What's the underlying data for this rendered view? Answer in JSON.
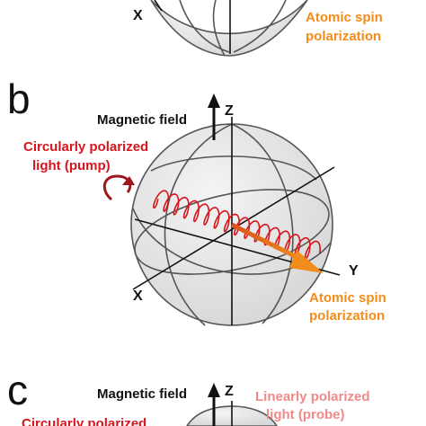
{
  "panel_a": {
    "axis_x": "X",
    "spin_label_line1": "Atomic spin",
    "spin_label_line2": "polarization"
  },
  "panel_b": {
    "letter": "b",
    "magnetic_field_label": "Magnetic field",
    "axis_z": "Z",
    "axis_x": "X",
    "axis_y": "Y",
    "pump_label_line1": "Circularly polarized",
    "pump_label_line2": "light (pump)",
    "spin_label_line1": "Atomic spin",
    "spin_label_line2": "polarization"
  },
  "panel_c": {
    "letter": "c",
    "magnetic_field_label": "Magnetic field",
    "axis_z": "Z",
    "probe_label_line1": "Linearly polarized",
    "probe_label_line2": "light (probe)",
    "pump_label_partial": "Circularly polarized"
  },
  "colors": {
    "pump_red": "#d8141c",
    "spin_orange": "#f28c1a",
    "probe_pink": "#f08a8a",
    "sphere_gray": "#e6e6e6"
  }
}
